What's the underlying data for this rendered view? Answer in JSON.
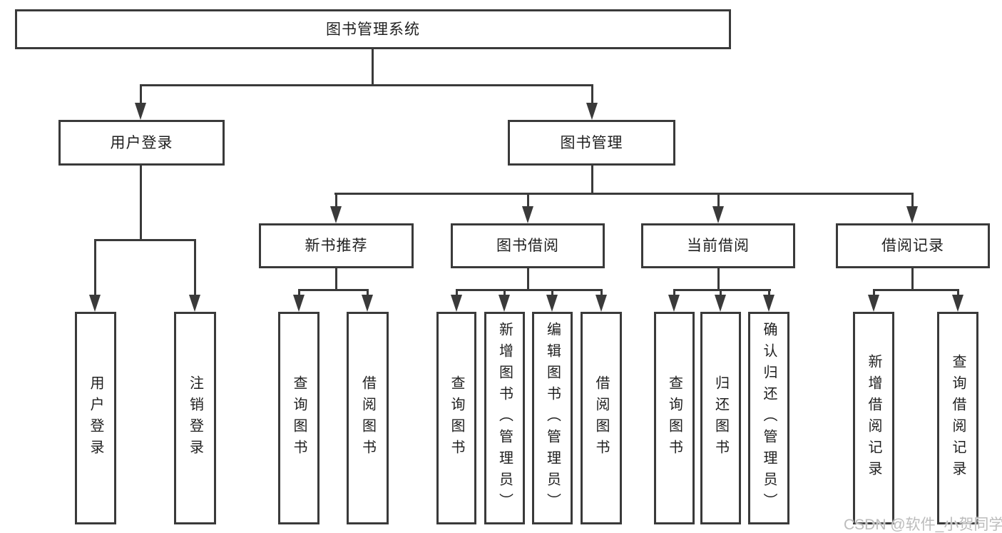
{
  "root": {
    "label": "图书管理系统"
  },
  "level2": {
    "user_login": {
      "label": "用户登录"
    },
    "book_management": {
      "label": "图书管理"
    }
  },
  "level3": {
    "new_book_recommend": {
      "label": "新书推荐"
    },
    "book_borrow": {
      "label": "图书借阅"
    },
    "current_borrow": {
      "label": "当前借阅"
    },
    "borrow_records": {
      "label": "借阅记录"
    }
  },
  "leaves": {
    "user_login": {
      "label": "用户登录"
    },
    "logout": {
      "label": "注销登录"
    },
    "nb_query_books": {
      "label": "查询图书"
    },
    "nb_borrow_books": {
      "label": "借阅图书"
    },
    "bb_query_books": {
      "label": "查询图书"
    },
    "bb_add_books": {
      "label": "新增图书（管理员）"
    },
    "bb_edit_books": {
      "label": "编辑图书（管理员）"
    },
    "bb_borrow_books": {
      "label": "借阅图书"
    },
    "cb_query_books": {
      "label": "查询图书"
    },
    "cb_return_books": {
      "label": "归还图书"
    },
    "cb_confirm_return": {
      "label": "确认归还（管理员）"
    },
    "br_add_record": {
      "label": "新增借阅记录"
    },
    "br_query_record": {
      "label": "查询借阅记录"
    }
  },
  "watermark": {
    "text": "CSDN @软件_小贺同学"
  },
  "colors": {
    "line": "#3a3a3a",
    "text": "#1f1f1f",
    "watermark": "#bcbcbc",
    "background": "#ffffff"
  }
}
